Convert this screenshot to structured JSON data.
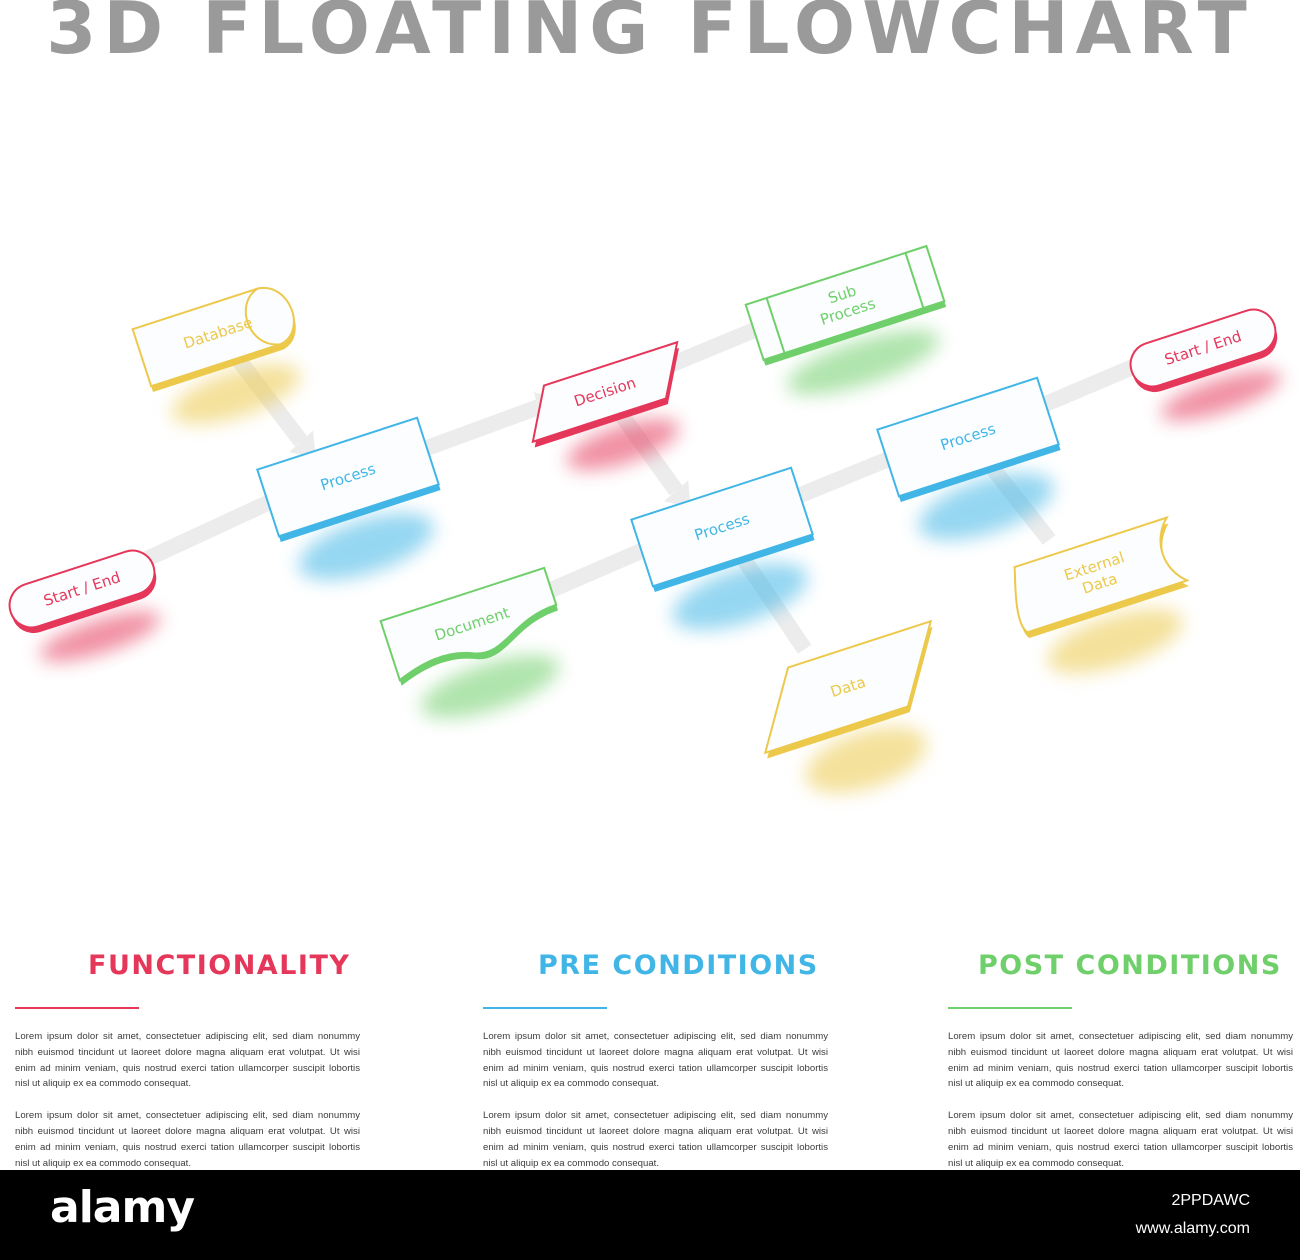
{
  "title": "3D FLOATING FLOWCHART",
  "colors": {
    "red": "#e5375a",
    "blue": "#41b6e6",
    "green": "#6fcf6a",
    "yellow": "#ecc94b",
    "connector": "#ececec",
    "title": "#9a9a9a"
  },
  "flowchart": {
    "nodes": [
      {
        "id": "start",
        "label": "Start / End",
        "shape": "terminal",
        "color": "red"
      },
      {
        "id": "database",
        "label": "Database",
        "shape": "database",
        "color": "yellow"
      },
      {
        "id": "process1",
        "label": "Process",
        "shape": "process",
        "color": "blue"
      },
      {
        "id": "decision",
        "label": "Decision",
        "shape": "decision",
        "color": "red"
      },
      {
        "id": "subprocess",
        "label": "Sub Process",
        "shape": "subprocess",
        "color": "green"
      },
      {
        "id": "document",
        "label": "Document",
        "shape": "document",
        "color": "green"
      },
      {
        "id": "process2",
        "label": "Process",
        "shape": "process",
        "color": "blue"
      },
      {
        "id": "data",
        "label": "Data",
        "shape": "data",
        "color": "yellow"
      },
      {
        "id": "process3",
        "label": "Process",
        "shape": "process",
        "color": "blue"
      },
      {
        "id": "external",
        "label": "External Data",
        "shape": "external",
        "color": "yellow"
      },
      {
        "id": "end",
        "label": "Start / End",
        "shape": "terminal",
        "color": "red"
      }
    ],
    "edges": [
      {
        "from": "start",
        "to": "process1",
        "arrow": true
      },
      {
        "from": "database",
        "to": "process1",
        "arrow": true
      },
      {
        "from": "process1",
        "to": "decision",
        "arrow": true
      },
      {
        "from": "decision",
        "to": "subprocess",
        "arrow": true
      },
      {
        "from": "decision",
        "to": "process2",
        "arrow": true
      },
      {
        "from": "document",
        "to": "process2",
        "arrow": false
      },
      {
        "from": "process2",
        "to": "data",
        "arrow": false
      },
      {
        "from": "process2",
        "to": "process3",
        "arrow": true
      },
      {
        "from": "process3",
        "to": "external",
        "arrow": false
      },
      {
        "from": "process3",
        "to": "end",
        "arrow": true
      }
    ]
  },
  "sections": [
    {
      "heading": "FUNCTIONALITY",
      "color": "red",
      "paragraphs": [
        "Lorem ipsum dolor sit amet, consectetuer adipiscing elit, sed diam nonummy nibh euismod tincidunt ut laoreet dolore magna aliquam erat volutpat. Ut wisi enim ad minim veniam, quis nostrud exerci tation ullamcorper suscipit lobortis nisl ut aliquip ex ea commodo consequat.",
        "Lorem ipsum dolor sit amet, consectetuer adipiscing elit, sed diam nonummy nibh euismod tincidunt ut laoreet dolore magna aliquam erat volutpat. Ut wisi enim ad minim veniam, quis nostrud exerci tation ullamcorper suscipit lobortis nisl ut aliquip ex ea commodo consequat."
      ]
    },
    {
      "heading": "PRE CONDITIONS",
      "color": "blue",
      "paragraphs": [
        "Lorem ipsum dolor sit amet, consectetuer adipiscing elit, sed diam nonummy nibh euismod tincidunt ut laoreet dolore magna aliquam erat volutpat. Ut wisi enim ad minim veniam, quis nostrud exerci tation ullamcorper suscipit lobortis nisl ut aliquip ex ea commodo consequat.",
        "Lorem ipsum dolor sit amet, consectetuer adipiscing elit, sed diam nonummy nibh euismod tincidunt ut laoreet dolore magna aliquam erat volutpat. Ut wisi enim ad minim veniam, quis nostrud exerci tation ullamcorper suscipit lobortis nisl ut aliquip ex ea commodo consequat."
      ]
    },
    {
      "heading": "POST CONDITIONS",
      "color": "green",
      "paragraphs": [
        "Lorem ipsum dolor sit amet, consectetuer adipiscing elit, sed diam nonummy nibh euismod tincidunt ut laoreet dolore magna aliquam erat volutpat. Ut wisi enim ad minim veniam, quis nostrud exerci tation ullamcorper suscipit lobortis nisl ut aliquip ex ea commodo consequat.",
        "Lorem ipsum dolor sit amet, consectetuer adipiscing elit, sed diam nonummy nibh euismod tincidunt ut laoreet dolore magna aliquam erat volutpat. Ut wisi enim ad minim veniam, quis nostrud exerci tation ullamcorper suscipit lobortis nisl ut aliquip ex ea commodo consequat."
      ]
    }
  ],
  "watermark": {
    "logo": "alamy",
    "image_id": "2PPDAWC",
    "url": "www.alamy.com"
  }
}
